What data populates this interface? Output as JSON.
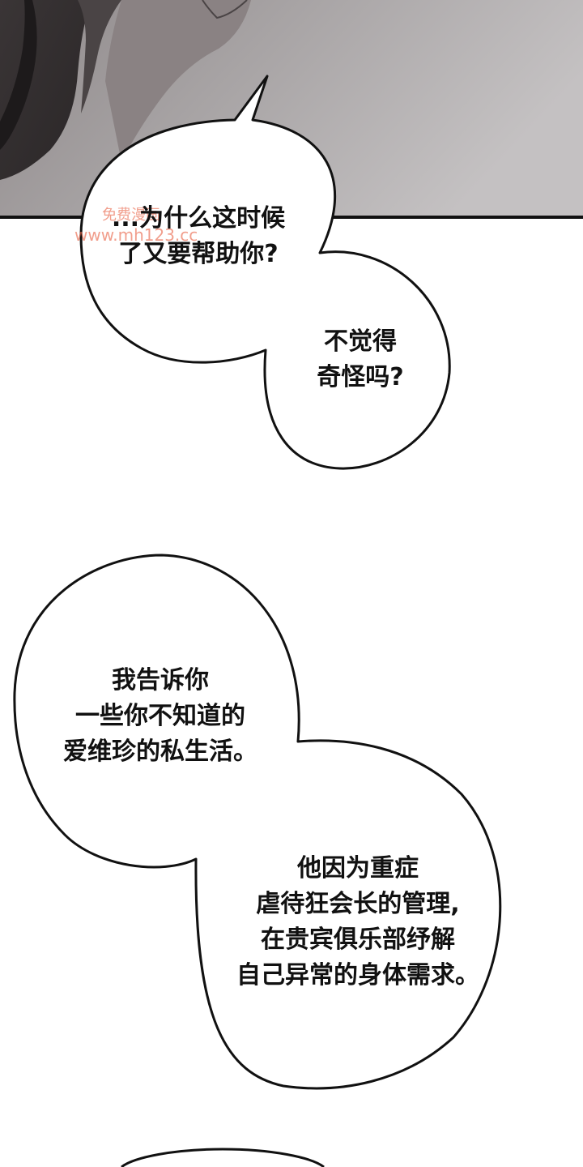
{
  "comic": {
    "panel_top": {
      "background_color": "#a9a5a6",
      "border_color": "#111111"
    },
    "bubble_1": {
      "lines": [
        "...为什么这时候",
        "了又要帮助你?"
      ]
    },
    "bubble_2": {
      "lines": [
        "不觉得",
        "奇怪吗?"
      ]
    },
    "bubble_3": {
      "lines": [
        "我告诉你",
        "一些你不知道的",
        "爱维珍的私生活。"
      ]
    },
    "bubble_4": {
      "lines": [
        "他因为重症",
        "虐待狂会长的管理,",
        "在贵宾俱乐部纾解",
        "自己异常的身体需求。"
      ]
    },
    "watermark": {
      "line1": "免费漫画",
      "line2": "www.mh123.cc",
      "color": "#e86246"
    }
  }
}
